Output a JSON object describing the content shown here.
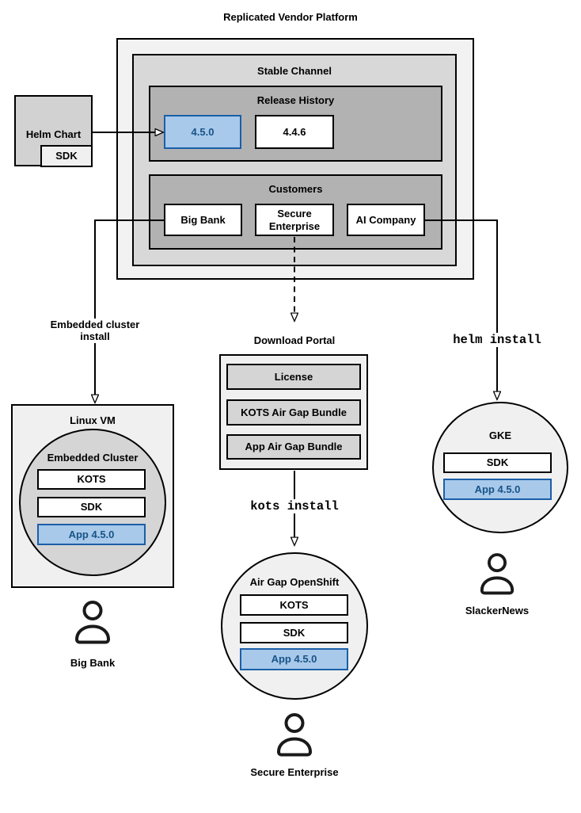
{
  "title": "Replicated Vendor Platform",
  "colors": {
    "platform_bg": "#f2f2f2",
    "channel_bg": "#d8d8d8",
    "section_bg": "#b2b2b2",
    "node_bg": "#f0f0f0",
    "inner_bg": "#d5d5d5",
    "highlight_fill": "#a8c9ea",
    "highlight_border": "#1b5fa8",
    "highlight_text": "#175387",
    "line": "#000000"
  },
  "platform": {
    "stable_channel": {
      "label": "Stable Channel",
      "release_history": {
        "label": "Release History",
        "releases": [
          "4.5.0",
          "4.4.6"
        ]
      },
      "customers": {
        "label": "Customers",
        "items": [
          "Big Bank",
          "Secure Enterprise",
          "AI Company"
        ]
      }
    }
  },
  "helm_chart": {
    "label": "Helm Chart",
    "sdk": "SDK"
  },
  "flow_big_bank": {
    "install_label": "Embedded cluster install",
    "vm_label": "Linux VM",
    "cluster_label": "Embedded Cluster",
    "components": [
      "KOTS",
      "SDK",
      "App 4.5.0"
    ],
    "user": "Big Bank"
  },
  "flow_secure": {
    "portal_label": "Download Portal",
    "portal_items": [
      "License",
      "KOTS Air Gap Bundle",
      "App Air Gap Bundle"
    ],
    "install_label": "kots install",
    "cluster_label": "Air Gap OpenShift",
    "components": [
      "KOTS",
      "SDK",
      "App 4.5.0"
    ],
    "user": "Secure Enterprise"
  },
  "flow_ai": {
    "install_label": "helm install",
    "cluster_label": "GKE",
    "components": [
      "SDK",
      "App 4.5.0"
    ],
    "user": "SlackerNews"
  }
}
